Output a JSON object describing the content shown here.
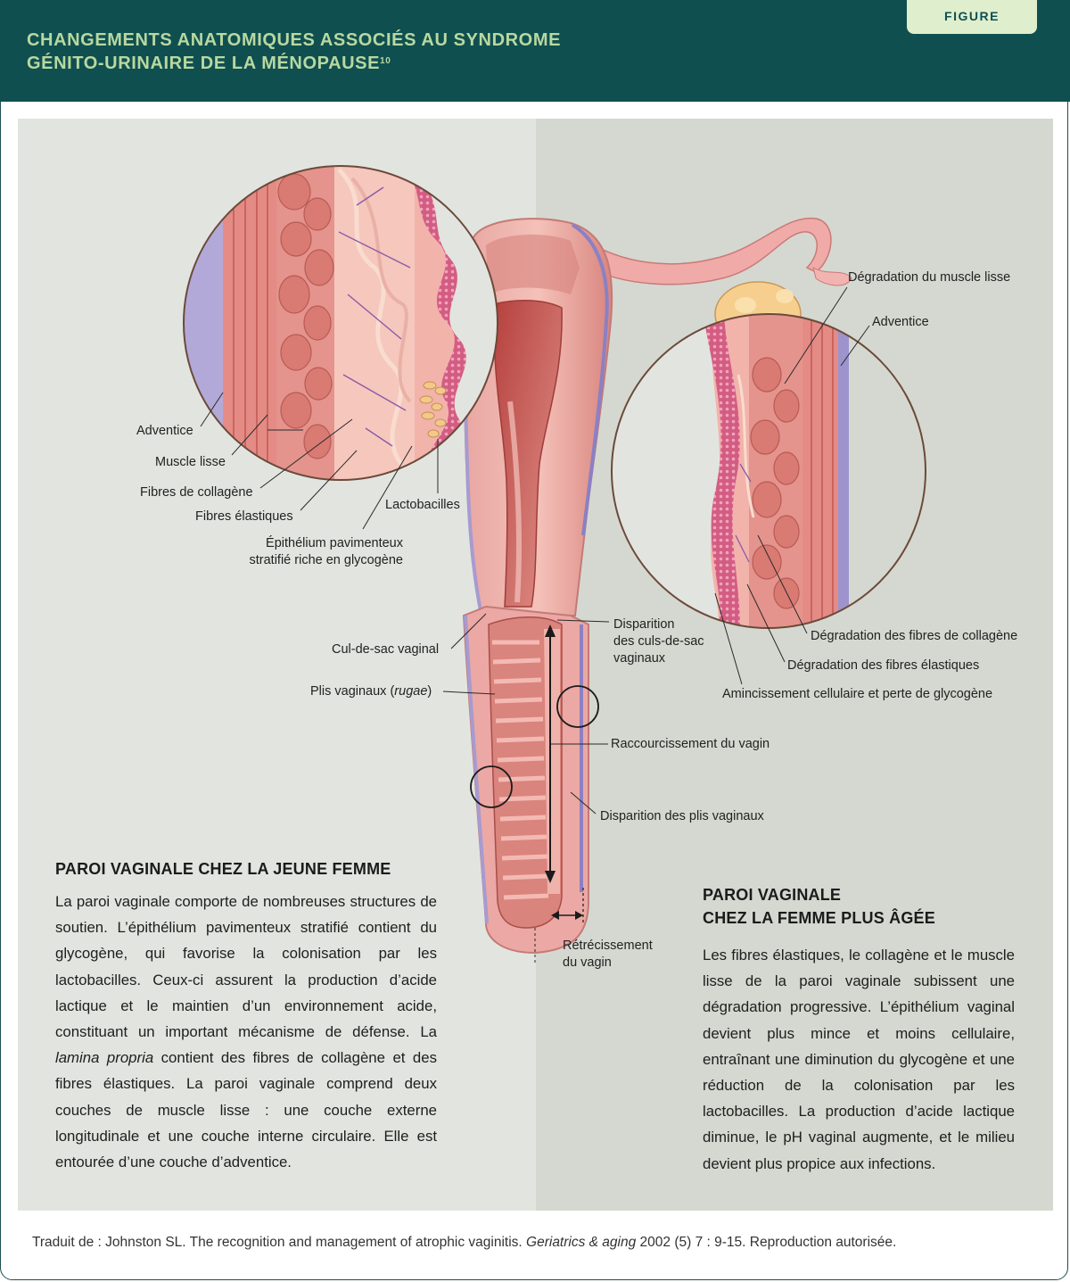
{
  "header": {
    "tab_label": "FIGURE",
    "title_line1": "CHANGEMENTS ANATOMIQUES ASSOCIÉS AU SYNDROME",
    "title_line2": "GÉNITO-URINAIRE DE LA MÉNOPAUSE",
    "title_ref": "10"
  },
  "labels": {
    "adventice_left": "Adventice",
    "muscle_lisse": "Muscle lisse",
    "fibres_collagene": "Fibres de collagène",
    "fibres_elastiques": "Fibres élastiques",
    "lactobacilles": "Lactobacilles",
    "epithelium_line1": "Épithélium pavimenteux",
    "epithelium_line2": "stratifié riche en glycogène",
    "cul_de_sac": "Cul-de-sac vaginal",
    "plis_prefix": "Plis vaginaux (",
    "plis_italic": "rugae",
    "plis_suffix": ")",
    "disparition_culs_line1": "Disparition",
    "disparition_culs_line2": "des culs-de-sac",
    "disparition_culs_line3": "vaginaux",
    "raccourcissement": "Raccourcissement du vagin",
    "disparition_plis": "Disparition des plis vaginaux",
    "retrecissement_line1": "Rétrécissement",
    "retrecissement_line2": "du vagin",
    "degradation_muscle": "Dégradation du muscle lisse",
    "adventice_right": "Adventice",
    "degradation_collagene": "Dégradation des fibres de collagène",
    "degradation_elastiques": "Dégradation des fibres élastiques",
    "amincissement": "Amincissement cellulaire et perte de glycogène"
  },
  "young": {
    "heading": "PAROI VAGINALE CHEZ LA JEUNE FEMME",
    "p1": "La paroi vaginale comporte de nombreuses structures de soutien. L’épithélium pavimenteux stratifié contient du glycogène, qui favorise la colonisation par les lactobacilles. Ceux-ci assurent la production d’acide lactique et le maintien d’un environnement acide, constituant un important mécanisme de défense. La ",
    "p_italic": "lamina propria",
    "p2": " contient des fibres de collagène et des fibres élastiques. La paroi vaginale comprend deux couches de muscle lisse : une couche externe longitudinale et une couche interne circulaire. Elle est entourée d’une couche d’adventice."
  },
  "older": {
    "heading_line1": "PAROI VAGINALE",
    "heading_line2": "CHEZ LA FEMME PLUS ÂGÉE",
    "text": "Les fibres élastiques, le collagène et le muscle lisse de la paroi vaginale subissent une dégradation progressive. L’épithélium vaginal devient plus mince et moins cellulaire, entraînant une diminution du glycogène et une réduction de la colonisation par les lactobacilles. La production d’acide lactique diminue, le pH vaginal augmente, et le milieu devient plus propice aux infections."
  },
  "footer": {
    "prefix": "Traduit de : Johnston SL. The recognition and management of atrophic vaginitis. ",
    "italic": "Geriatrics & aging",
    "suffix": " 2002 (5) 7 : 9-15. Reproduction autorisée."
  },
  "colors": {
    "header_bg": "#0f4f50",
    "title": "#b8d8a0",
    "tab_bg": "#dfeecd",
    "panel_left": "#e2e5df",
    "panel_right": "#d5d8d0",
    "tissue": "#e99a98",
    "epithelium": "#d65b7e"
  }
}
